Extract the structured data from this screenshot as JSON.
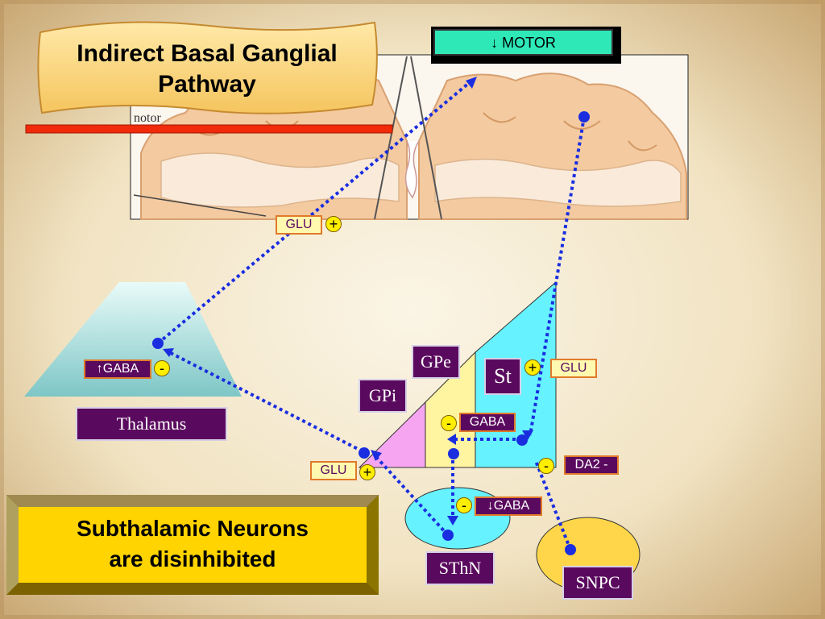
{
  "title": {
    "line1": "Indirect Basal Ganglial",
    "line2": "Pathway"
  },
  "motor_box": "↓ MOTOR",
  "cortex_label": "notor",
  "nodes": {
    "thalamus": "Thalamus",
    "gpe": "GPe",
    "gpi": "GPi",
    "st": "St",
    "sthn": "SThN",
    "snpc": "SNPC"
  },
  "tags": {
    "glu_cortex": "GLU",
    "gaba_thalamus": "↑GABA",
    "glu_st": "GLU",
    "gaba_gpe": "GABA",
    "da2": "DA2 -",
    "glu_gpi": "GLU",
    "gaba_sthn": "↓GABA"
  },
  "signs": {
    "glu_cortex": "+",
    "gaba_thalamus": "-",
    "glu_st": "+",
    "gaba_gpe": "-",
    "da2": "-",
    "glu_gpi": "+",
    "gaba_sthn": "-"
  },
  "callout": {
    "line1": "Subthalamic Neurons",
    "line2": "are disinhibited"
  },
  "colors": {
    "path": "#1a2ee0",
    "motor_fill": "#2ee8b8",
    "node_purple": "#5a0a5e",
    "gpi_fill": "#f6a6f0",
    "gpe_fill": "#fff4a0",
    "st_fill": "#66f2ff",
    "sthn_fill": "#66f2ff",
    "snpc_fill": "#ffd64a",
    "callout_fill": "#ffd400",
    "red_bar": "#f02a0a"
  }
}
